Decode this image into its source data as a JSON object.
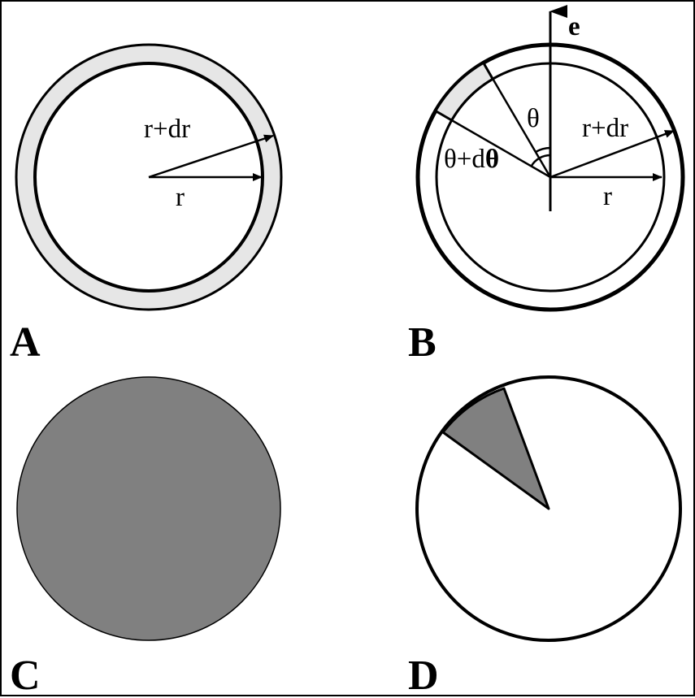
{
  "panels": [
    {
      "id": "A",
      "label": "A",
      "radius_outer_label": "r+dr",
      "radius_inner_label": "r"
    },
    {
      "id": "B",
      "label": "B",
      "radius_outer_label": "r+dr",
      "radius_inner_label": "r",
      "angle_label": "θ",
      "angle2_label": "θ+d",
      "angle2_bold": "θ",
      "axis_label": "e"
    },
    {
      "id": "C",
      "label": "C"
    },
    {
      "id": "D",
      "label": "D"
    }
  ],
  "colors": {
    "stroke": "#000000",
    "shell_fill": "#e6e6e6",
    "dark_fill": "#808080",
    "background": "#ffffff"
  }
}
